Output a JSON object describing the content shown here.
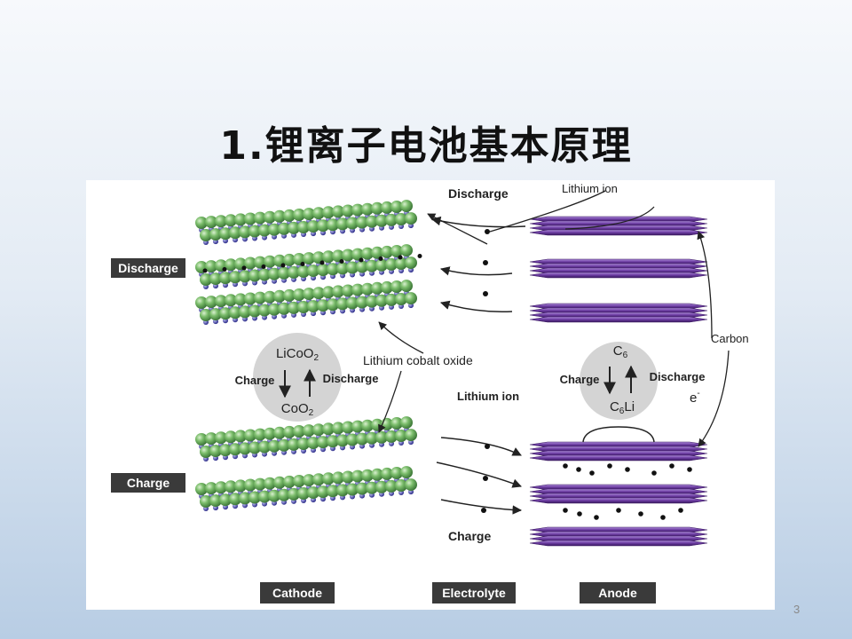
{
  "slide": {
    "title": "1.锂离子电池基本原理",
    "page_number": "3"
  },
  "diagram": {
    "state_labels": {
      "discharge": "Discharge",
      "charge": "Charge"
    },
    "bottom_labels": {
      "cathode": "Cathode",
      "electrolyte": "Electrolyte",
      "anode": "Anode"
    },
    "annotations": {
      "discharge_top": "Discharge",
      "lithium_ion_top": "Lithium ion",
      "lithium_ion_mid": "Lithium ion",
      "carbon": "Carbon",
      "lithium_cobalt_oxide": "Lithium cobalt oxide",
      "charge_bottom": "Charge",
      "electron": "e",
      "electron_sup": "-"
    },
    "cathode_cycle": {
      "top_formula": "LiCoO",
      "top_sub": "2",
      "bottom_formula": "CoO",
      "bottom_sub": "2",
      "left_label": "Charge",
      "right_label": "Discharge"
    },
    "anode_cycle": {
      "top_formula": "C",
      "top_sub": "6",
      "bottom_formula": "C",
      "bottom_sub": "6",
      "bottom_suffix": "Li",
      "left_label": "Charge",
      "right_label": "Discharge"
    },
    "colors": {
      "sphere_green": "#7bbd6b",
      "sphere_green_dark": "#4f8f48",
      "cobalt_blue": "#4a4ab0",
      "graphite_purple": "#5a2a8a",
      "graphite_light": "#8c5cc0",
      "cycle_gray": "#d4d4d4",
      "label_box": "#3a3a3a"
    }
  }
}
